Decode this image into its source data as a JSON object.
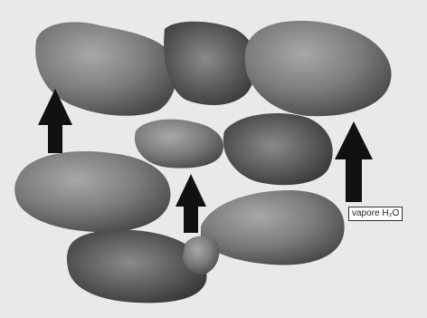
{
  "diagram": {
    "label": "vapore H₂O",
    "colors": {
      "background": "#e9e9e9",
      "particle_light": "#9c9c9c",
      "particle_mid": "#6e6e6e",
      "particle_dark": "#3c3c3c",
      "arrow": "#111111"
    },
    "particles": [
      {
        "id": "particle-1"
      },
      {
        "id": "particle-2"
      },
      {
        "id": "particle-3"
      },
      {
        "id": "particle-4"
      },
      {
        "id": "particle-5"
      },
      {
        "id": "particle-6"
      },
      {
        "id": "particle-7"
      },
      {
        "id": "particle-8"
      },
      {
        "id": "particle-9"
      }
    ],
    "arrows": [
      {
        "id": "arrow-left",
        "direction": "up"
      },
      {
        "id": "arrow-center",
        "direction": "up"
      },
      {
        "id": "arrow-right",
        "direction": "up"
      }
    ]
  }
}
